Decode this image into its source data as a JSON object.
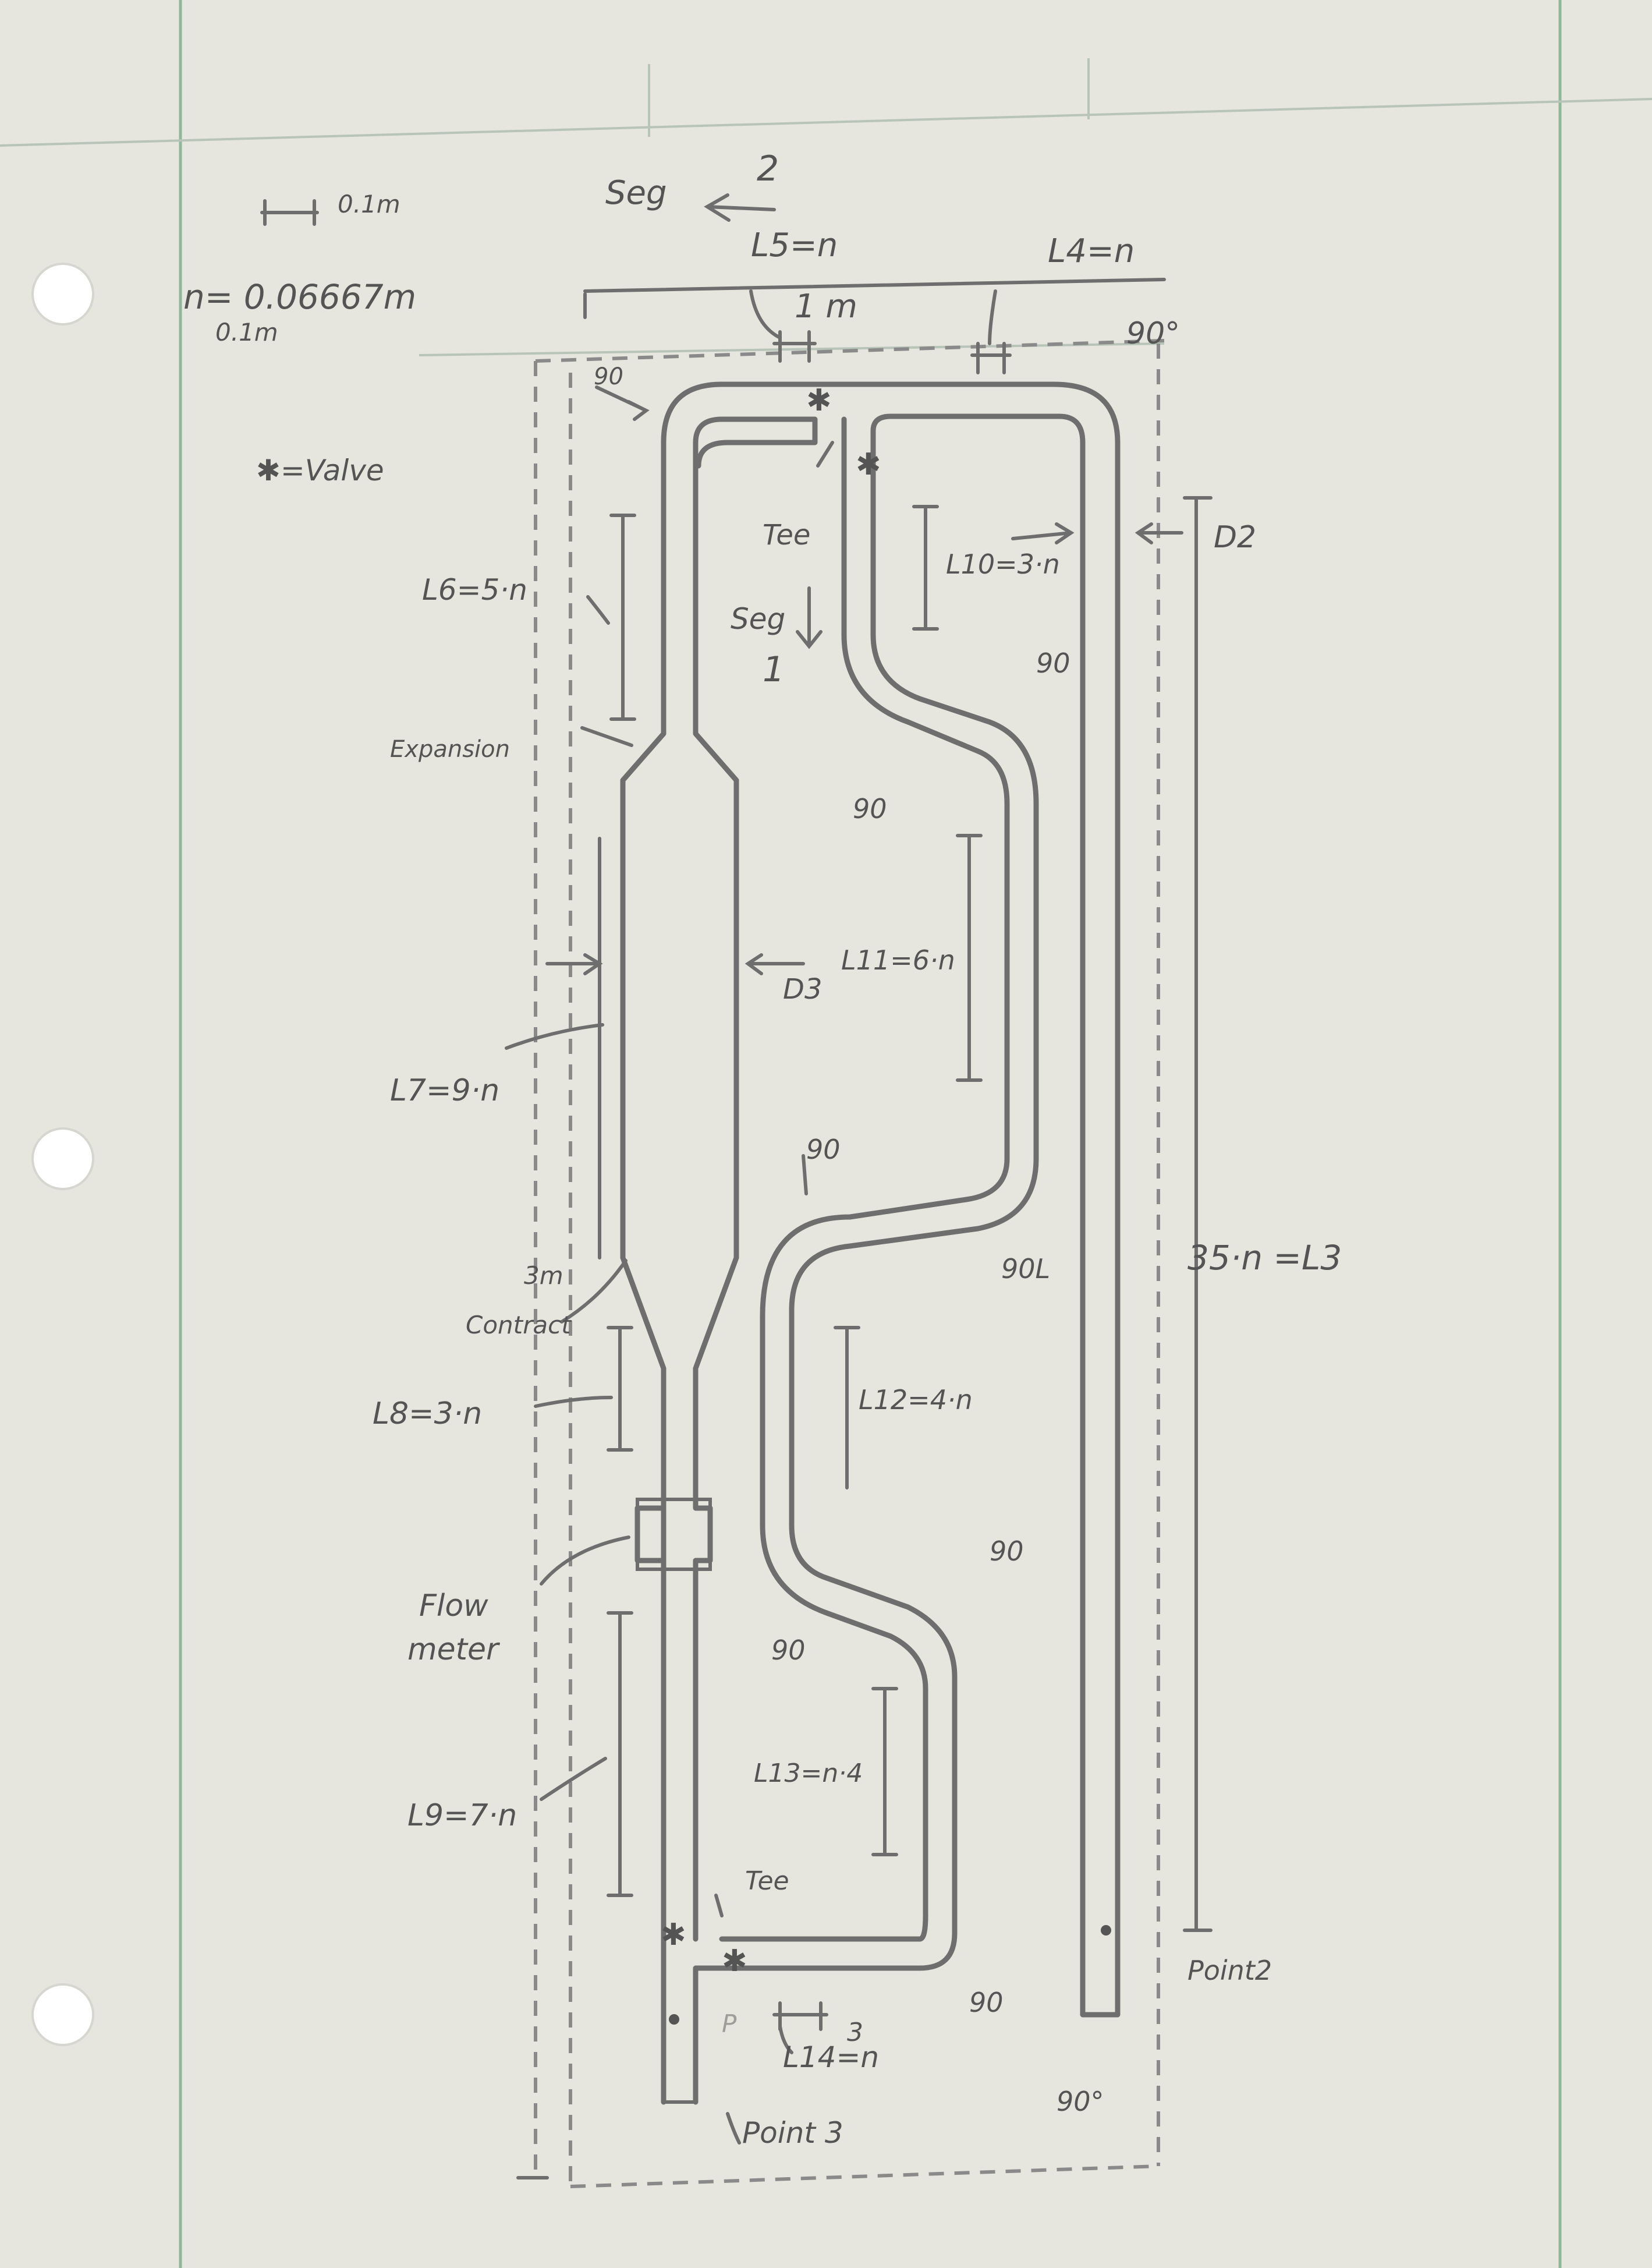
{
  "scale": {
    "note": "0.1m",
    "n_def": "n= 0.06667m",
    "n_sub": "0.1m"
  },
  "legend": {
    "valve": "✱=Valve"
  },
  "segments": {
    "seg2_label": "Seg",
    "seg2_num": "2",
    "seg1_label": "Seg",
    "seg1_num": "1"
  },
  "dimensions": {
    "width": "1 m",
    "L5": "L5=n",
    "L4": "L4=n",
    "L6": "L6=5·n",
    "L7": "L7=9·n",
    "L8": "L8=3·n",
    "L9": "L9=7·n",
    "L10": "L10=3·n",
    "L11": "L11=6·n",
    "L12": "L12=4·n",
    "L13": "L13=n·4",
    "L14": "L14=n",
    "L3": "35·n =L3",
    "D2": "D2",
    "D3": "D3"
  },
  "components": {
    "expansion": "Expansion",
    "contract_num": "3m",
    "contract": "Contract",
    "flow_meter_1": "Flow",
    "flow_meter_2": "meter",
    "tee_top": "Tee",
    "tee_bottom": "Tee"
  },
  "angles": {
    "a90": "90",
    "a90deg": "90°",
    "a90L": "90L"
  },
  "points": {
    "point2": "Point2",
    "point3": "Point 3",
    "point3_faint": "P",
    "num3": "3"
  }
}
